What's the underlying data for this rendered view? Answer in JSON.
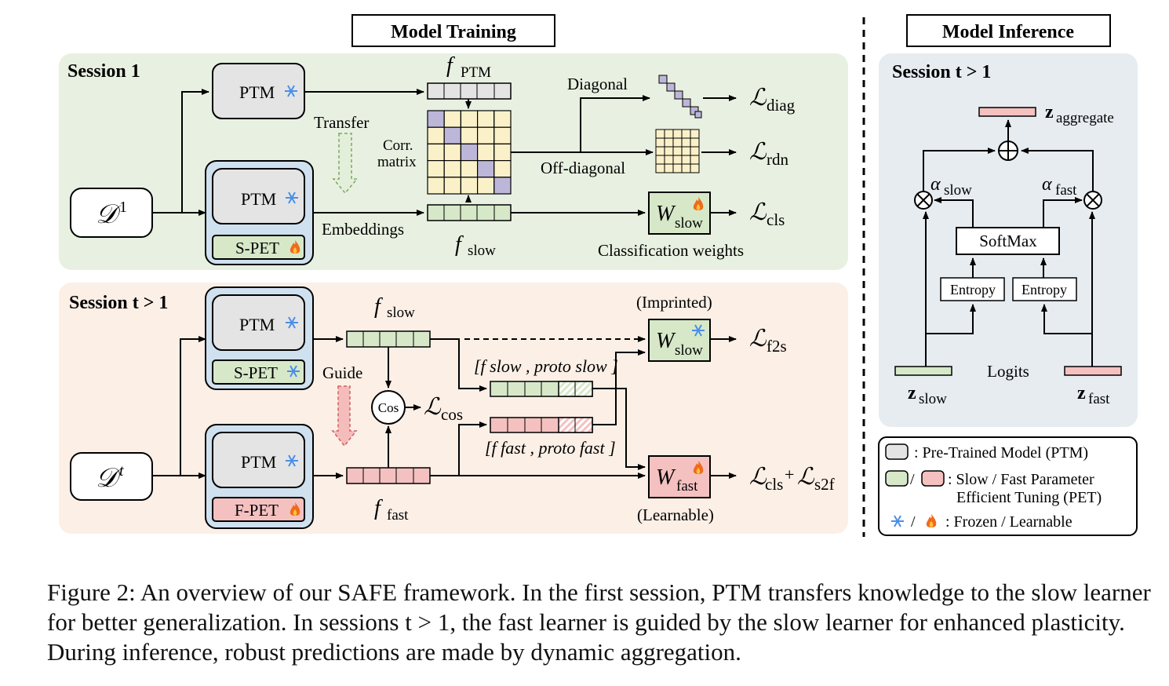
{
  "titles": {
    "training": "Model Training",
    "inference": "Model Inference"
  },
  "session1": {
    "label": "Session 1",
    "ptm": "PTM",
    "spet": "S-PET",
    "data": "𝒟",
    "data_sup": "1",
    "transfer": "Transfer",
    "corr_line1": "Corr.",
    "corr_line2": "matrix",
    "diagonal": "Diagonal",
    "offdiagonal": "Off-diagonal",
    "embeddings": "Embeddings",
    "class_weights": "Classification weights",
    "f_ptm": "f",
    "f_ptm_sub": "PTM",
    "f_slow": "f",
    "f_slow_sub": "slow",
    "w": "W",
    "w_sub": "slow",
    "l_diag": "ℒ",
    "l_diag_sub": "diag",
    "l_rdn": "ℒ",
    "l_rdn_sub": "rdn",
    "l_cls": "ℒ",
    "l_cls_sub": "cls"
  },
  "session2": {
    "label": "Session t > 1",
    "ptm": "PTM",
    "spet": "S-PET",
    "fpet": "F-PET",
    "data": "𝒟",
    "data_sup": "t",
    "guide": "Guide",
    "cos": "Cos",
    "imprinted": "(Imprinted)",
    "learnable": "(Learnable)",
    "f_slow": "f",
    "f_slow_sub": "slow",
    "f_fast": "f",
    "f_fast_sub": "fast",
    "concat_slow": "[f slow , proto slow ]",
    "concat_fast": "[f fast , proto fast ]",
    "w_slow": "W",
    "w_slow_sub": "slow",
    "w_fast": "W",
    "w_fast_sub": "fast",
    "l_f2s": "ℒ",
    "l_f2s_sub": "f2s",
    "l_cos": "ℒ",
    "l_cos_sub": "cos",
    "l_cls": "ℒ",
    "l_cls_sub": "cls",
    "l_plus": "+",
    "l_s2f": "ℒ",
    "l_s2f_sub": "s2f"
  },
  "inference": {
    "label": "Session t > 1",
    "softmax": "SoftMax",
    "entropy": "Entropy",
    "logits": "Logits",
    "z": "z",
    "z_agg_sub": "aggregate",
    "z_slow_sub": "slow",
    "z_fast_sub": "fast",
    "alpha": "α",
    "alpha_slow_sub": "slow",
    "alpha_fast_sub": "fast"
  },
  "legend": {
    "ptm": ": Pre-Trained Model (PTM)",
    "pet_line1": ": Slow / Fast Parameter",
    "pet_line2": "Efficient Tuning (PET)",
    "frozen": ": Frozen / Learnable",
    "slash": "/"
  },
  "caption": "Figure 2: An overview of our SAFE framework. In the first session, PTM transfers knowledge to the slow learner for better generalization. In sessions t > 1, the fast learner is guided by the slow learner for enhanced plasticity. During inference, robust predictions are made by dynamic aggregation.",
  "colors": {
    "session1_bg": "#e8f1e1",
    "session2_bg": "#fbefe6",
    "inference_bg": "#e6ecf0",
    "ptm_box": "#e4e4e4",
    "learner_box": "#cfe0ef",
    "slow_green": "#d7e8c9",
    "fast_red": "#f4c1c0",
    "corr_yellow": "#fbf1c9",
    "corr_purple": "#bcb6d9",
    "snow": "#4a8fe7",
    "fire": "#f06a1b"
  }
}
